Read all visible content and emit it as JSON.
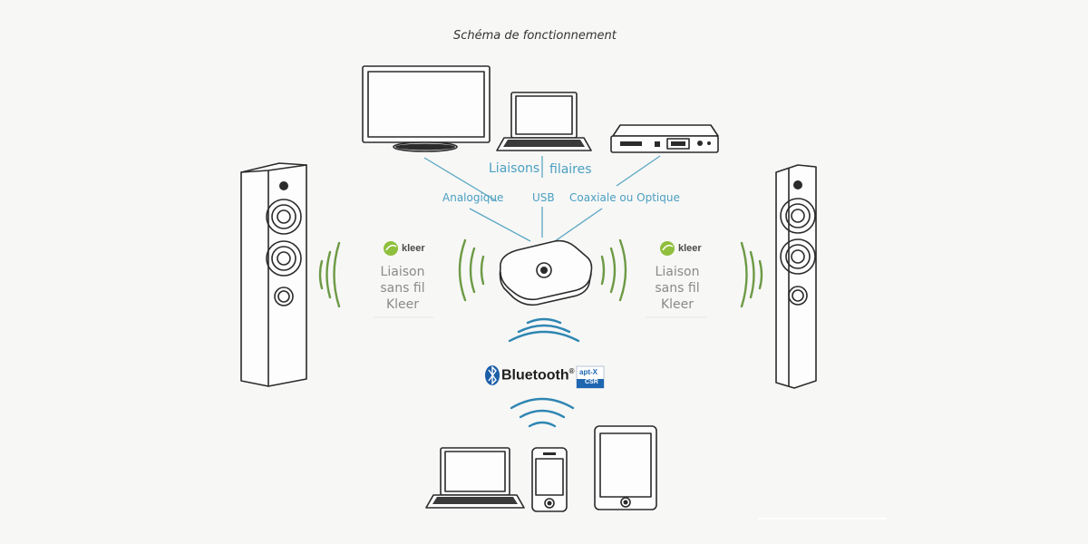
{
  "title": "Schéma de fonctionnement",
  "wired": {
    "heading_left": "Liaisons",
    "heading_right": "filaires",
    "analog": "Analogique",
    "usb": "USB",
    "coax": "Coaxiale ou Optique"
  },
  "kleer_left": {
    "logo": "kleer",
    "lines": [
      "Liaison",
      "sans fil",
      "Kleer"
    ]
  },
  "kleer_right": {
    "logo": "kleer",
    "lines": [
      "Liaison",
      "sans fil",
      "Kleer"
    ]
  },
  "bluetooth": {
    "word": "Bluetooth",
    "reg": "®",
    "aptx": "apt-X",
    "csr": "CSR"
  },
  "colors": {
    "wired": "#4a9fc0",
    "kleer_waves": "#6d9a45",
    "bt_waves": "#2f86b2"
  },
  "icons": [
    "tv-icon",
    "laptop-icon",
    "receiver-icon",
    "speaker-icon",
    "hub-icon",
    "phone-icon",
    "tablet-icon",
    "bluetooth-icon",
    "kleer-logo-icon"
  ]
}
